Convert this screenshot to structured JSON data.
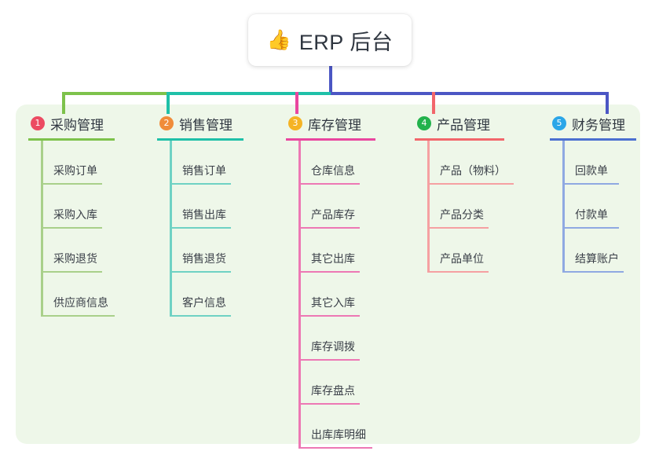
{
  "root": {
    "icon": "thumbs-up-icon",
    "icon_glyph": "👍",
    "title": "ERP 后台"
  },
  "diagram": {
    "type": "mindmap",
    "panel_background": "#eef7e9",
    "page_background": "#ffffff",
    "connector_colors": [
      "#7dc24b",
      "#1fc0a8",
      "#4b56c4"
    ],
    "columns": [
      {
        "number": "1",
        "title": "采购管理",
        "badge_color": "#ec4b62",
        "rule_color": "#7dc24b",
        "leaf_color": "#a9d08a",
        "rule_width": 110,
        "items": [
          {
            "label": "采购订单",
            "rule_width": 78
          },
          {
            "label": "采购入库",
            "rule_width": 78
          },
          {
            "label": "采购退货",
            "rule_width": 78
          },
          {
            "label": "供应商信息",
            "rule_width": 94
          }
        ]
      },
      {
        "number": "2",
        "title": "销售管理",
        "badge_color": "#f08c3a",
        "rule_color": "#1fc0a8",
        "leaf_color": "#6fd2c4",
        "rule_width": 110,
        "items": [
          {
            "label": "销售订单",
            "rule_width": 78
          },
          {
            "label": "销售出库",
            "rule_width": 78
          },
          {
            "label": "销售退货",
            "rule_width": 78
          },
          {
            "label": "客户信息",
            "rule_width": 78
          }
        ]
      },
      {
        "number": "3",
        "title": "库存管理",
        "badge_color": "#f5b324",
        "rule_color": "#e9469f",
        "leaf_color": "#ed78b4",
        "rule_width": 114,
        "items": [
          {
            "label": "仓库信息",
            "rule_width": 78
          },
          {
            "label": "产品库存",
            "rule_width": 78
          },
          {
            "label": "其它出库",
            "rule_width": 78
          },
          {
            "label": "其它入库",
            "rule_width": 78
          },
          {
            "label": "库存调拨",
            "rule_width": 78
          },
          {
            "label": "库存盘点",
            "rule_width": 78
          },
          {
            "label": "出库库明细",
            "rule_width": 94
          }
        ]
      },
      {
        "number": "4",
        "title": "产品管理",
        "badge_color": "#22b24c",
        "rule_color": "#f2666b",
        "leaf_color": "#f5a0a2",
        "rule_width": 114,
        "items": [
          {
            "label": "产品（物料）",
            "rule_width": 110
          },
          {
            "label": "产品分类",
            "rule_width": 78
          },
          {
            "label": "产品单位",
            "rule_width": 78
          }
        ]
      },
      {
        "number": "5",
        "title": "财务管理",
        "badge_color": "#2ba6e8",
        "rule_color": "#4b6fd0",
        "leaf_color": "#8fa9e2",
        "rule_width": 110,
        "items": [
          {
            "label": "回款单",
            "rule_width": 72
          },
          {
            "label": "付款单",
            "rule_width": 72
          },
          {
            "label": "结算账户",
            "rule_width": 78
          }
        ]
      }
    ]
  }
}
